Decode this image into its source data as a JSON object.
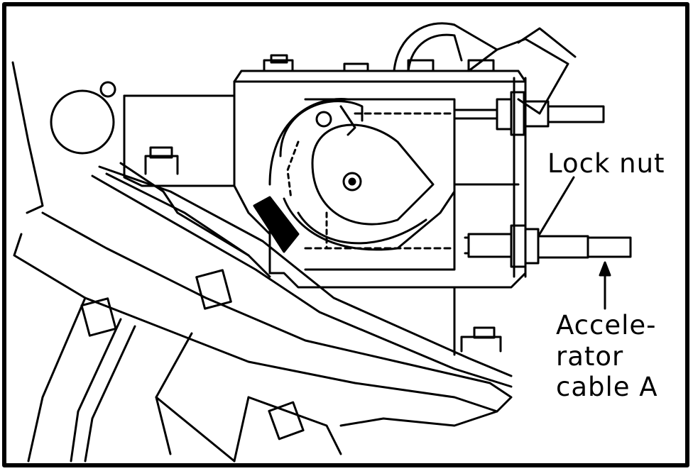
{
  "labels": {
    "lock_nut": "Lock nut",
    "accelerator_line1": "Accele-",
    "accelerator_line2": "rator",
    "accelerator_line3": "cable A"
  },
  "colors": {
    "ink": "#000000",
    "paper": "#ffffff"
  }
}
